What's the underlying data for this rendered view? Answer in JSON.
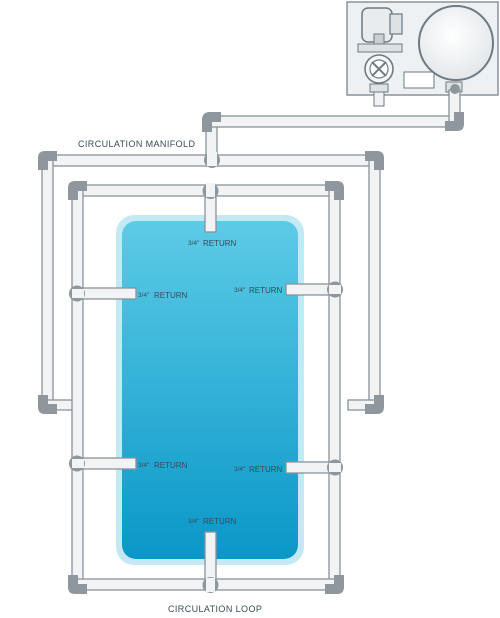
{
  "labels": {
    "manifold": "CIRCULATION MANIFOLD",
    "loop": "CIRCULATION LOOP",
    "return_fraction": "3/4\"",
    "return_text": "RETURN"
  },
  "returns": [
    {
      "id": "top"
    },
    {
      "id": "upper-left"
    },
    {
      "id": "upper-right"
    },
    {
      "id": "lower-left"
    },
    {
      "id": "lower-right"
    },
    {
      "id": "bottom"
    }
  ],
  "colors": {
    "pipe_fill": "#f1f3f4",
    "pipe_stroke": "#8a939a",
    "fitting": "#8e979d",
    "pool_top": "#5ccbe6",
    "pool_bottom": "#0a97c8",
    "pool_rim": "#c5e9f4",
    "equipment_bg": "#eef1f3",
    "text": "#3a4a57"
  },
  "icons": {
    "pump": "pump-icon",
    "filter": "filter-tank-icon",
    "valve": "valve-icon"
  }
}
